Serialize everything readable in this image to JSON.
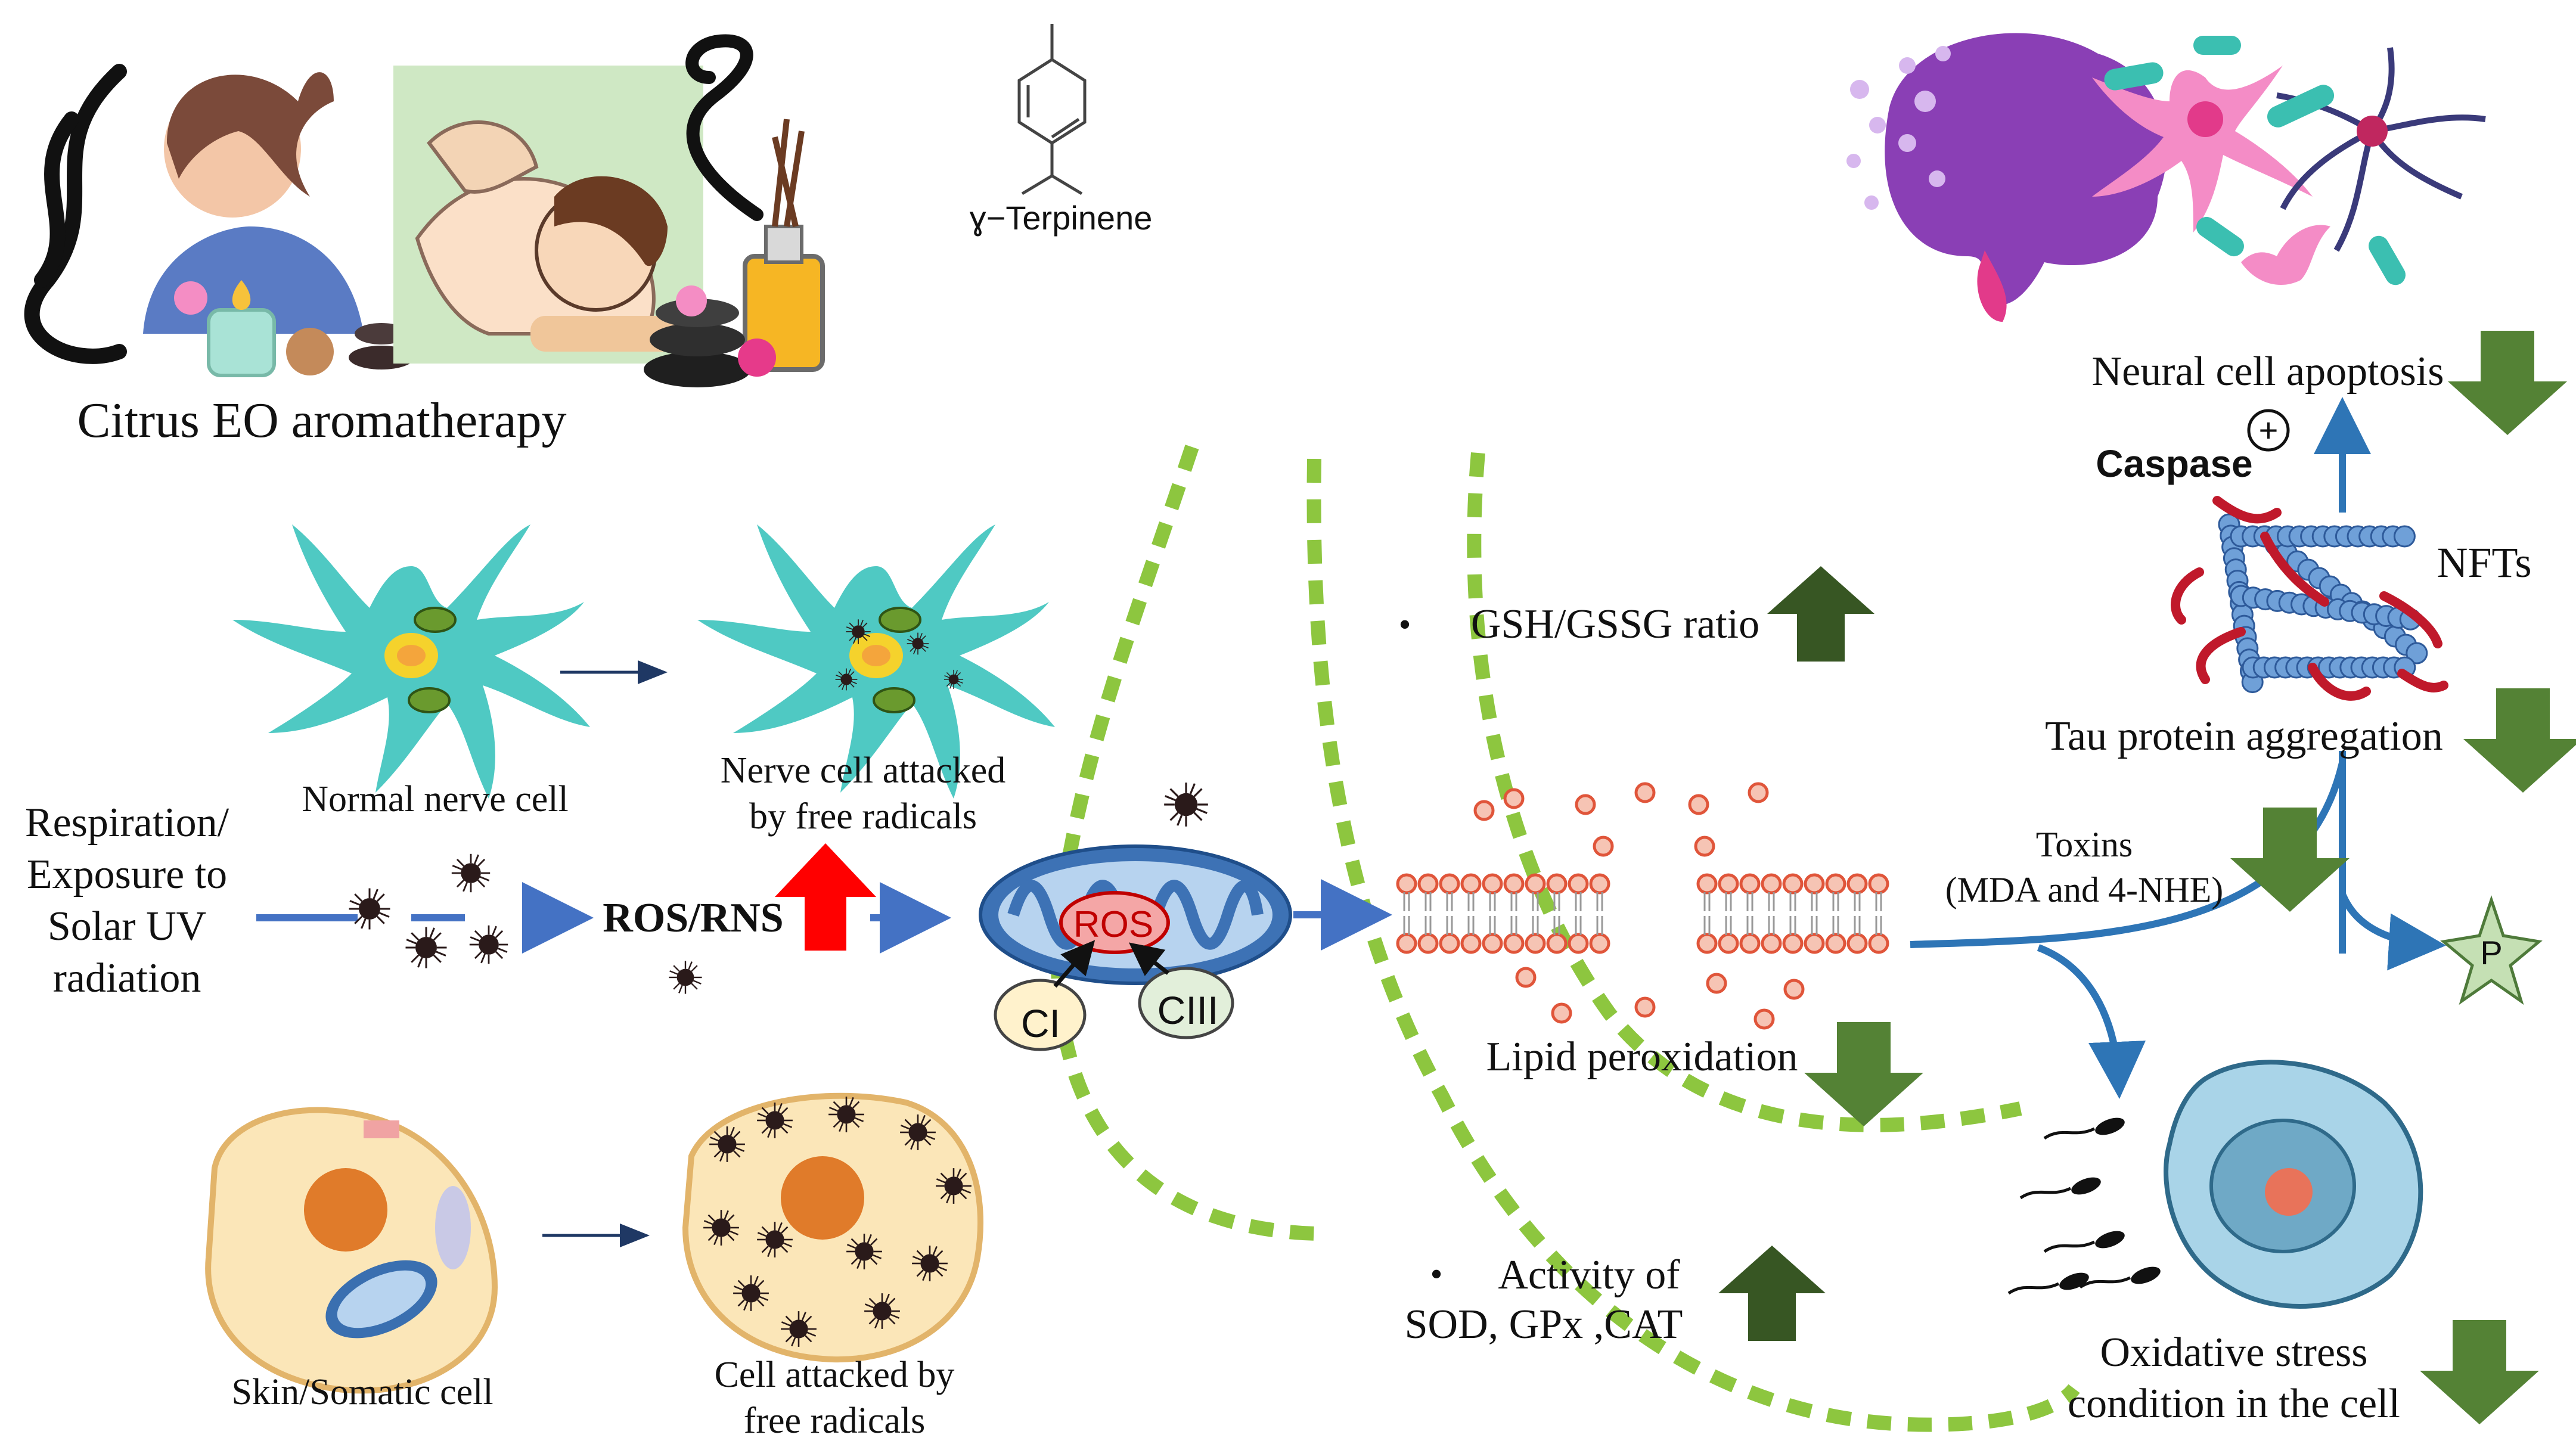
{
  "colors": {
    "dashed_green": "#8dc63f",
    "down_arrow_green": "#548235",
    "up_arrow_dark_green": "#375623",
    "flow_blue": "#4472c4",
    "pathway_blue": "#2e75b6",
    "red_arrow": "#ff0000",
    "cell_teal": "#4fc9c3",
    "membrane_red": "#e46c4a"
  },
  "labels": {
    "aromatherapy": "Citrus EO aromatherapy",
    "compound": "ɣ−Terpinene",
    "neural_apoptosis": "Neural cell apoptosis",
    "plus": "+",
    "caspase": "Caspase",
    "nfts": "NFTs",
    "tau": "Tau protein aggregation",
    "gsh_bullet": "•",
    "gsh": "GSH/GSSG ratio",
    "normal_nerve": "Normal nerve cell",
    "nerve_attacked_1": "Nerve cell attacked",
    "nerve_attacked_2": "by free radicals",
    "exposure_1": "Respiration/",
    "exposure_2": "Exposure to",
    "exposure_3": "Solar UV",
    "exposure_4": "radiation",
    "ros_rns": "ROS/RNS",
    "ros": "ROS",
    "ci": "CI",
    "ciii": "CIII",
    "toxins_1": "Toxins",
    "toxins_2": "(MDA and 4-NHE)",
    "p": "P",
    "lipid": "Lipid peroxidation",
    "activity_bullet": "•",
    "activity_1": "Activity of",
    "activity_2": "SOD, GPx ,CAT",
    "skin_cell": "Skin/Somatic cell",
    "cell_attacked_1": "Cell attacked by",
    "cell_attacked_2": "free radicals",
    "oxidative_1": "Oxidative stress",
    "oxidative_2": "condition in the cell"
  }
}
